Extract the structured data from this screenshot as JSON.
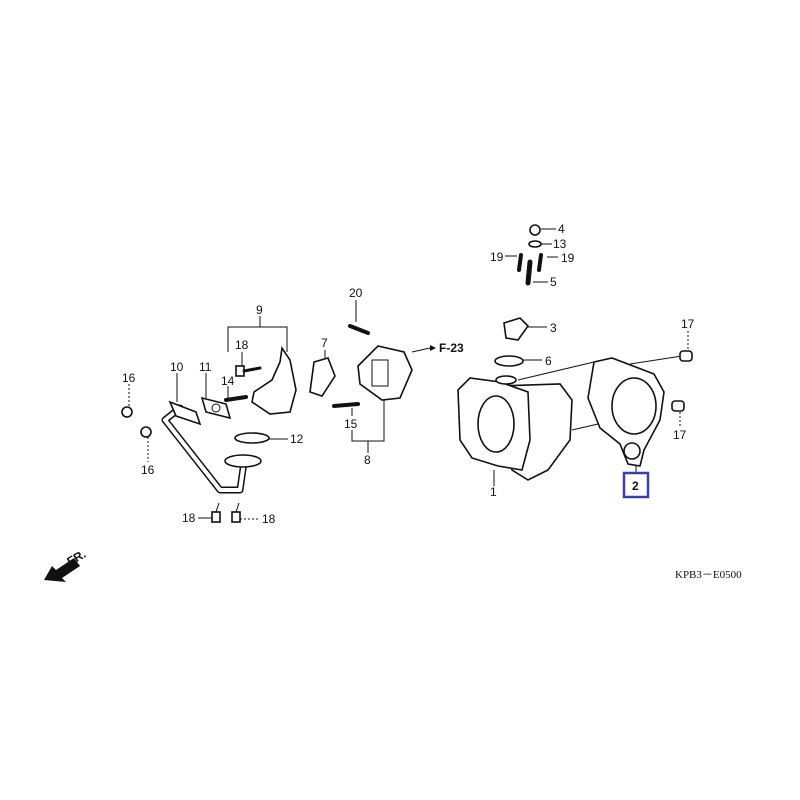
{
  "diagram": {
    "code": "KPB3－E0500",
    "reference": "F-23",
    "front_marker": "FR.",
    "highlight_color": "#3a3fb0",
    "highlighted_part": "2",
    "callouts": {
      "p1": "1",
      "p2": "2",
      "p3": "3",
      "p4": "4",
      "p5": "5",
      "p6": "6",
      "p7": "7",
      "p8": "8",
      "p9": "9",
      "p10": "10",
      "p11": "11",
      "p12": "12",
      "p13": "13",
      "p14": "14",
      "p15": "15",
      "p16a": "16",
      "p16b": "16",
      "p17a": "17",
      "p17b": "17",
      "p18a": "18",
      "p18b": "18",
      "p18c": "18",
      "p19a": "19",
      "p19b": "19",
      "p20": "20"
    }
  }
}
